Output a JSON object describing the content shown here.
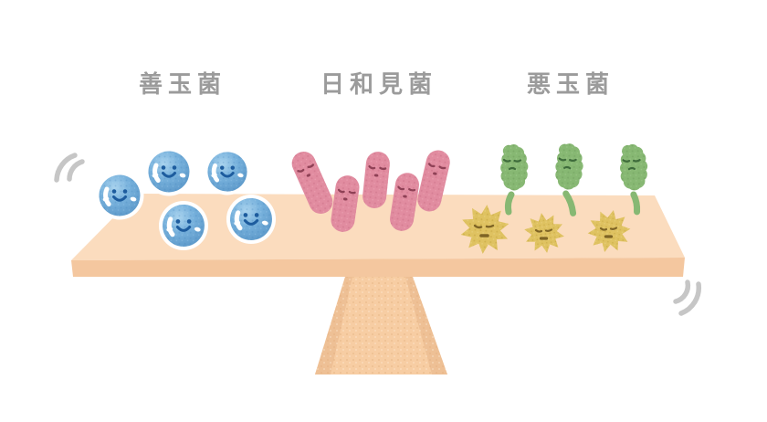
{
  "background_color": "#ffffff",
  "label_style": {
    "color": "#9b9b9b"
  },
  "groups": [
    {
      "id": "good-bacteria",
      "label": "善玉菌",
      "count": 5,
      "shape": "smiling-blue-sphere",
      "color": "#6CA9D8",
      "face_color": "#1D5C9E",
      "expression": "happy"
    },
    {
      "id": "opportunistic-bacteria",
      "label": "日和見菌",
      "count": 5,
      "shape": "pink-rod",
      "color": "#E18CA0",
      "face_color": "#8F4156",
      "expression": "sleepy"
    },
    {
      "id": "bad-bacteria",
      "label": "悪玉菌",
      "count": 6,
      "expression": "grumpy",
      "variants": [
        {
          "shape": "green-blob-with-tail",
          "count": 3,
          "color": "#87B873",
          "face_color": "#3E6B3B"
        },
        {
          "shape": "yellow-spiky-star",
          "count": 3,
          "color": "#DFC261",
          "face_color": "#7E6425"
        }
      ]
    }
  ],
  "seesaw": {
    "state": "balanced",
    "plank_top_color": "#FBDCBE",
    "plank_front_color": "#F4C79F",
    "pedestal_color": "#F7CDA3",
    "pedestal_edge_color": "#EEC095"
  },
  "motion_marks": {
    "color": "#C6C6C6",
    "positions": [
      "left-end",
      "right-end"
    ]
  }
}
